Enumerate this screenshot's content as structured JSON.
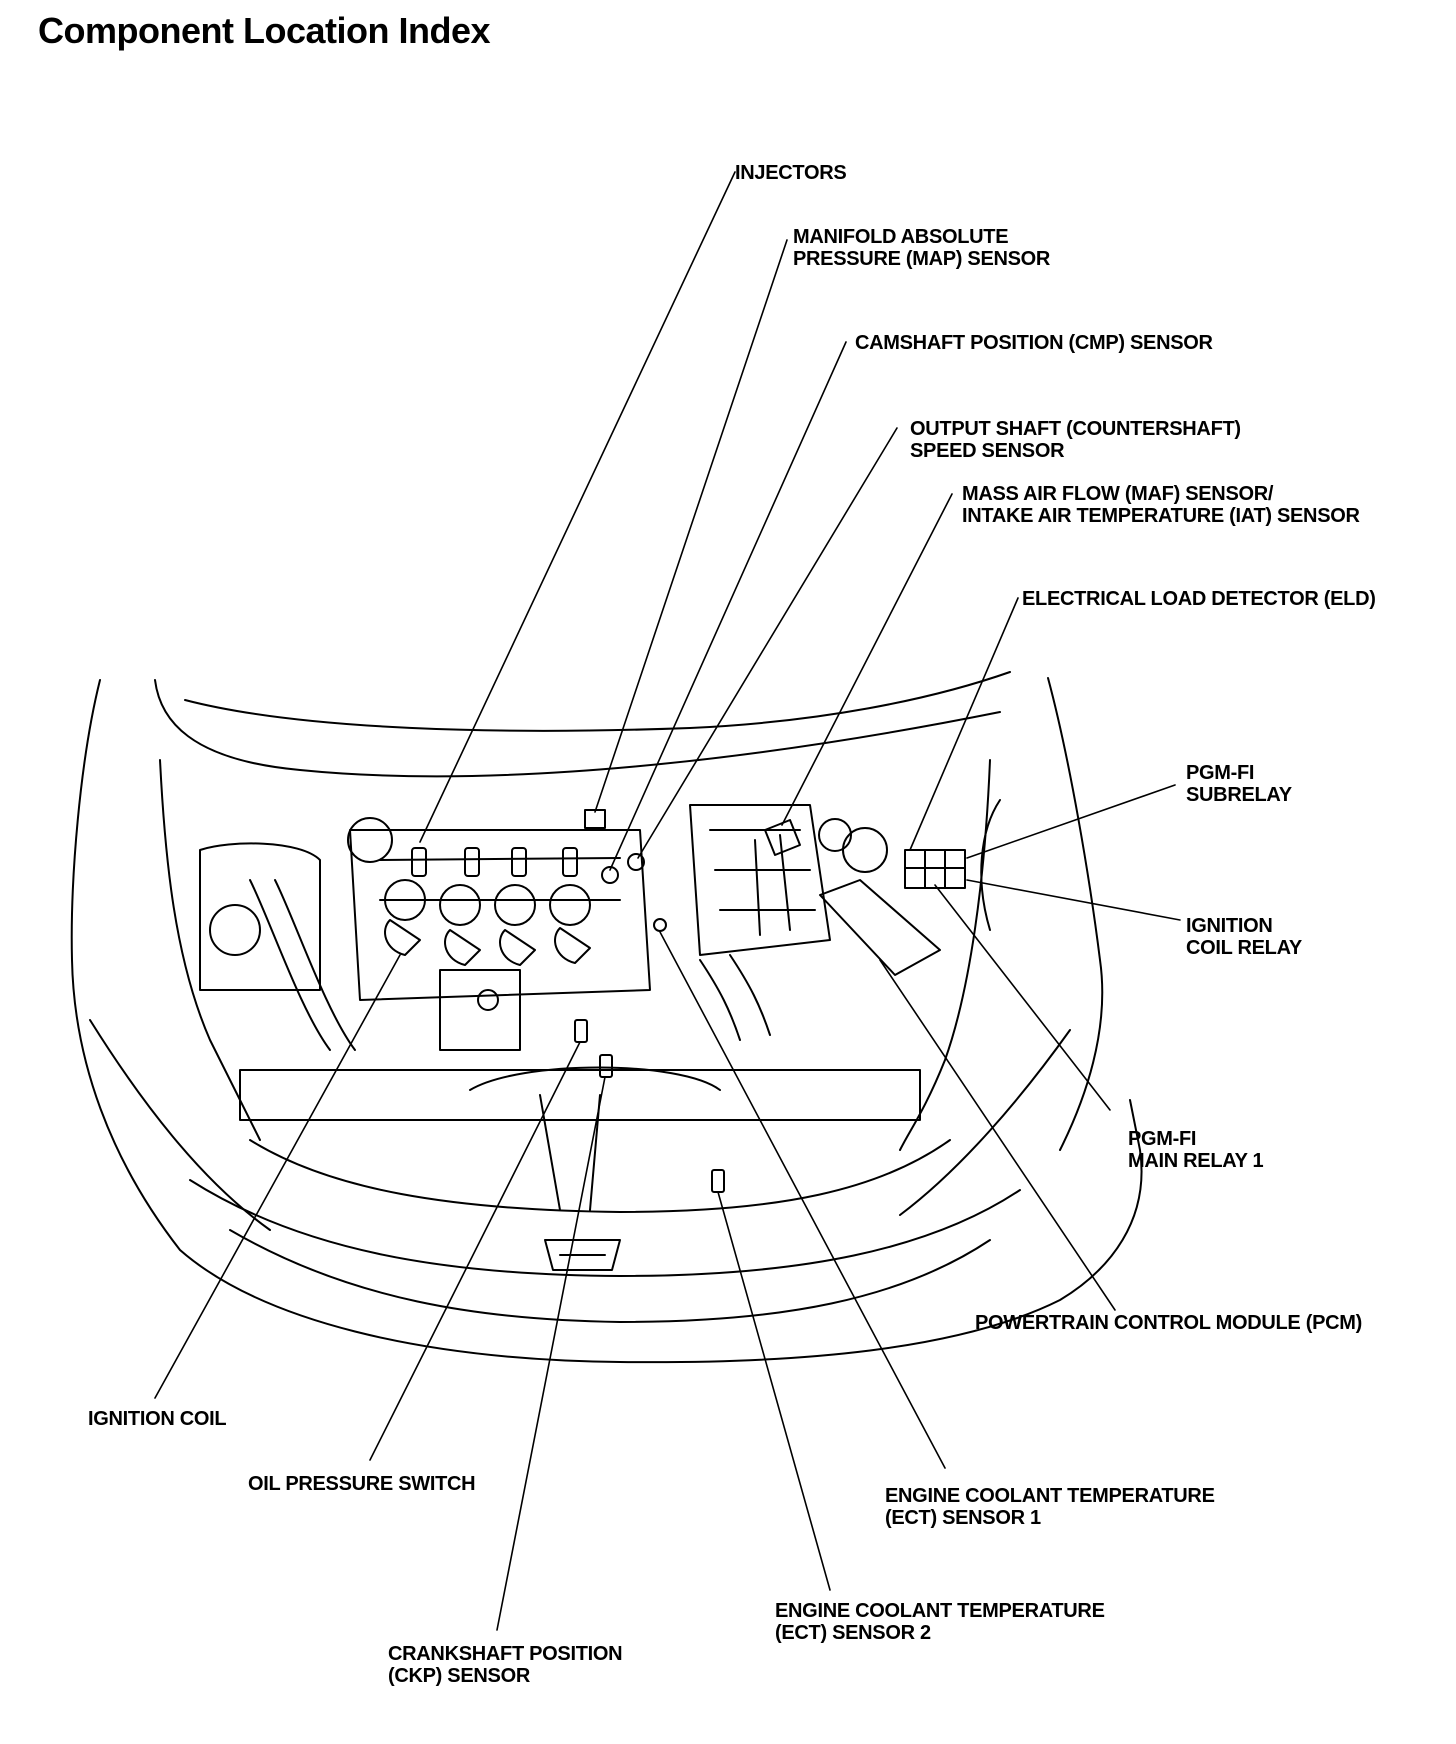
{
  "title": "Component Location Index",
  "colors": {
    "ink": "#000000",
    "paper": "#ffffff"
  },
  "labels": {
    "injectors": [
      "INJECTORS"
    ],
    "map_sensor": [
      "MANIFOLD ABSOLUTE",
      "PRESSURE (MAP) SENSOR"
    ],
    "cmp_sensor": [
      "CAMSHAFT POSITION (CMP) SENSOR"
    ],
    "output_shaft": [
      "OUTPUT SHAFT (COUNTERSHAFT)",
      "SPEED SENSOR"
    ],
    "maf_sensor": [
      "MASS AIR FLOW (MAF) SENSOR/",
      "INTAKE AIR TEMPERATURE (IAT) SENSOR"
    ],
    "eld": [
      "ELECTRICAL LOAD DETECTOR (ELD)"
    ],
    "pgm_subrelay": [
      "PGM-FI",
      "SUBRELAY"
    ],
    "ignition_coil_relay": [
      "IGNITION",
      "COIL RELAY"
    ],
    "pgm_main_relay": [
      "PGM-FI",
      "MAIN RELAY 1"
    ],
    "pcm": [
      "POWERTRAIN CONTROL MODULE (PCM)"
    ],
    "ignition_coil": [
      "IGNITION COIL"
    ],
    "oil_pressure": [
      "OIL PRESSURE SWITCH"
    ],
    "ect1": [
      "ENGINE COOLANT TEMPERATURE",
      "(ECT) SENSOR 1"
    ],
    "ect2": [
      "ENGINE COOLANT TEMPERATURE",
      "(ECT) SENSOR 2"
    ],
    "ckp_sensor": [
      "CRANKSHAFT POSITION",
      "(CKP) SENSOR"
    ]
  }
}
